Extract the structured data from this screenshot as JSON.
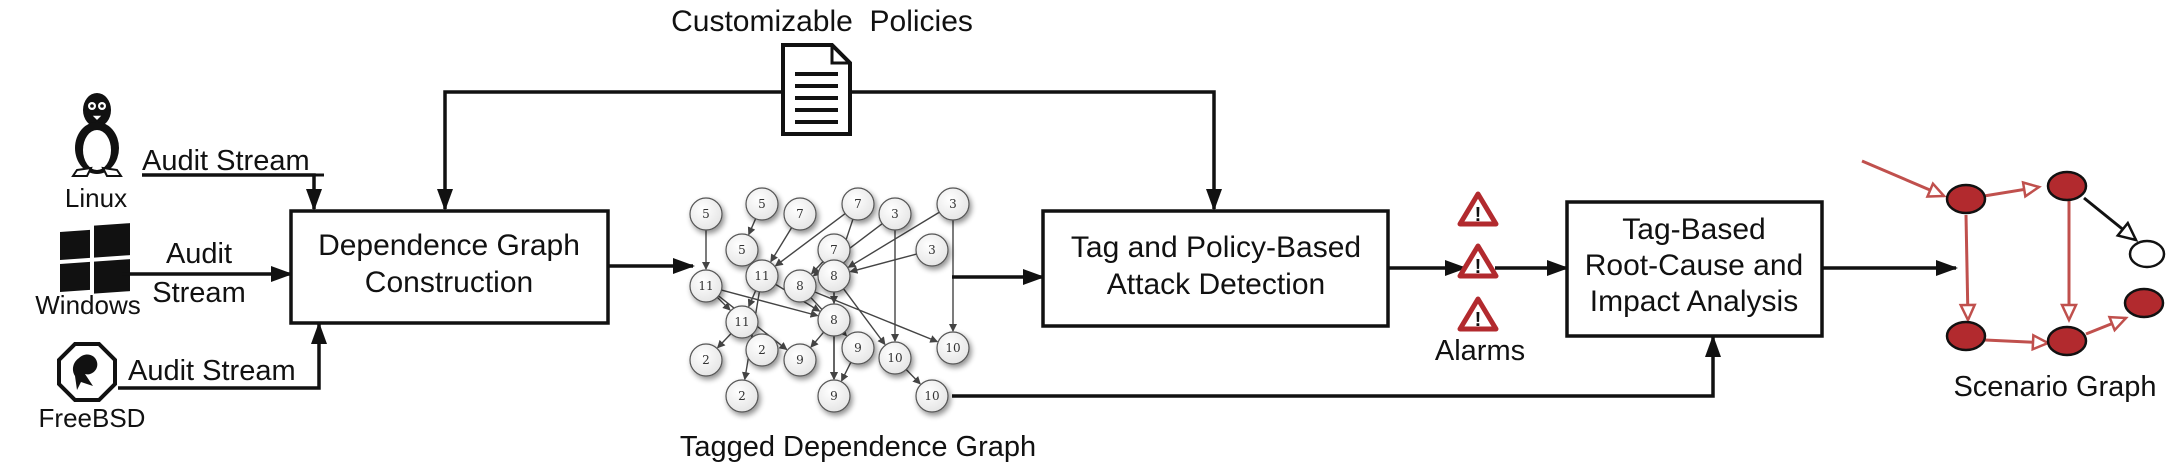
{
  "sources": {
    "linux": {
      "label": "Linux",
      "stream": "Audit Stream"
    },
    "windows": {
      "label": "Windows",
      "stream_line1": "Audit",
      "stream_line2": "Stream"
    },
    "freebsd": {
      "label": "FreeBSD",
      "stream": "Audit Stream"
    }
  },
  "policies": {
    "label": "Customizable  Policies"
  },
  "boxes": {
    "dgc_line1": "Dependence Graph",
    "dgc_line2": "Construction",
    "tpd_line1": "Tag and Policy-Based",
    "tpd_line2": "Attack Detection",
    "rca_line1": "Tag-Based",
    "rca_line2": "Root-Cause and",
    "rca_line3": "Impact Analysis"
  },
  "tagged_graph": {
    "label": "Tagged Dependence Graph",
    "nodes": [
      {
        "v": "5"
      },
      {
        "v": "5"
      },
      {
        "v": "7"
      },
      {
        "v": "7"
      },
      {
        "v": "3"
      },
      {
        "v": "3"
      },
      {
        "v": "5"
      },
      {
        "v": "7"
      },
      {
        "v": "3"
      },
      {
        "v": "11"
      },
      {
        "v": "11"
      },
      {
        "v": "8"
      },
      {
        "v": "8"
      },
      {
        "v": "11"
      },
      {
        "v": "8"
      },
      {
        "v": "9"
      },
      {
        "v": "10"
      },
      {
        "v": "10"
      },
      {
        "v": "2"
      },
      {
        "v": "2"
      },
      {
        "v": "9"
      },
      {
        "v": "2"
      },
      {
        "v": "9"
      },
      {
        "v": "10"
      }
    ]
  },
  "alarms": {
    "label": "Alarms",
    "symbol": "!"
  },
  "scenario": {
    "label": "Scenario Graph"
  },
  "colors": {
    "scenario_node": "#b22a2e",
    "scenario_edge": "#c0504d",
    "stroke": "#111111"
  }
}
